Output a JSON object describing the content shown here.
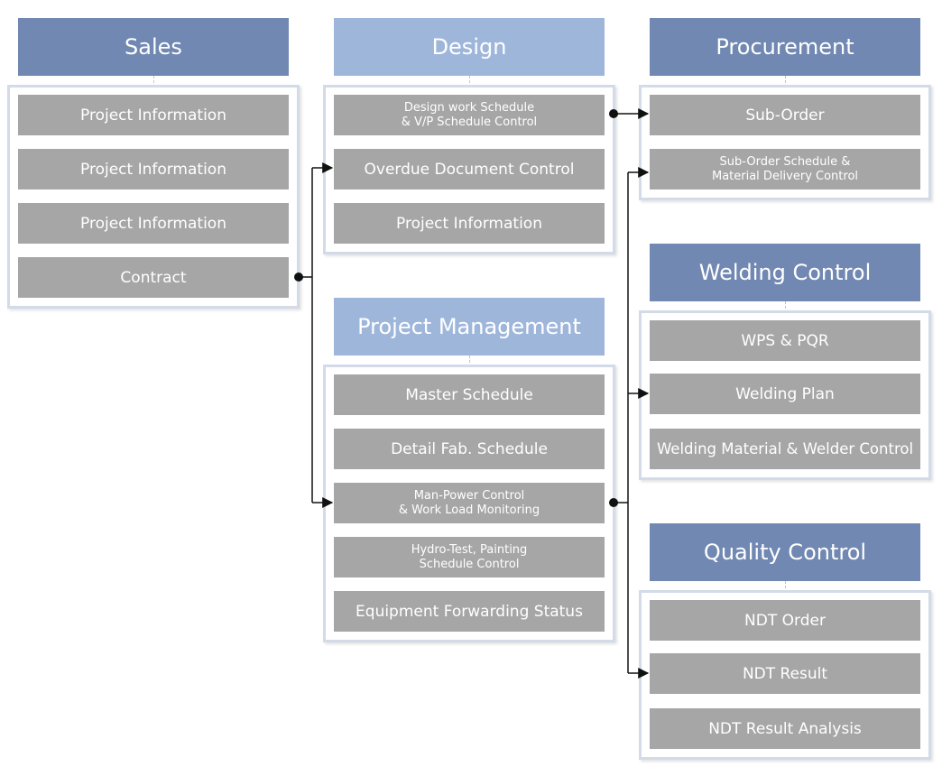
{
  "columns": {
    "sales": {
      "title": "Sales",
      "items": [
        "Project Information",
        "Project Information",
        "Project Information",
        "Contract"
      ]
    },
    "design": {
      "title": "Design",
      "items": [
        "Design work Schedule\n& V/P Schedule Control",
        "Overdue Document Control",
        "Project Information"
      ]
    },
    "project_management": {
      "title": "Project Management",
      "items": [
        "Master Schedule",
        "Detail Fab. Schedule",
        "Man-Power Control\n& Work Load Monitoring",
        "Hydro-Test, Painting\nSchedule Control",
        "Equipment  Forwarding Status"
      ]
    },
    "procurement": {
      "title": "Procurement",
      "items": [
        "Sub-Order",
        "Sub-Order Schedule &\nMaterial Delivery Control"
      ]
    },
    "welding_control": {
      "title": "Welding Control",
      "items": [
        "WPS & PQR",
        "Welding Plan",
        "Welding Material & Welder Control"
      ]
    },
    "quality_control": {
      "title": "Quality Control",
      "items": [
        "NDT Order",
        "NDT Result",
        "NDT Result Analysis"
      ]
    }
  },
  "colors": {
    "header_dark": "#7188b2",
    "header_light": "#9fb6db",
    "item_gray": "#a6a6a6",
    "panel_border": "#d3dbe8",
    "connector": "#111111"
  }
}
